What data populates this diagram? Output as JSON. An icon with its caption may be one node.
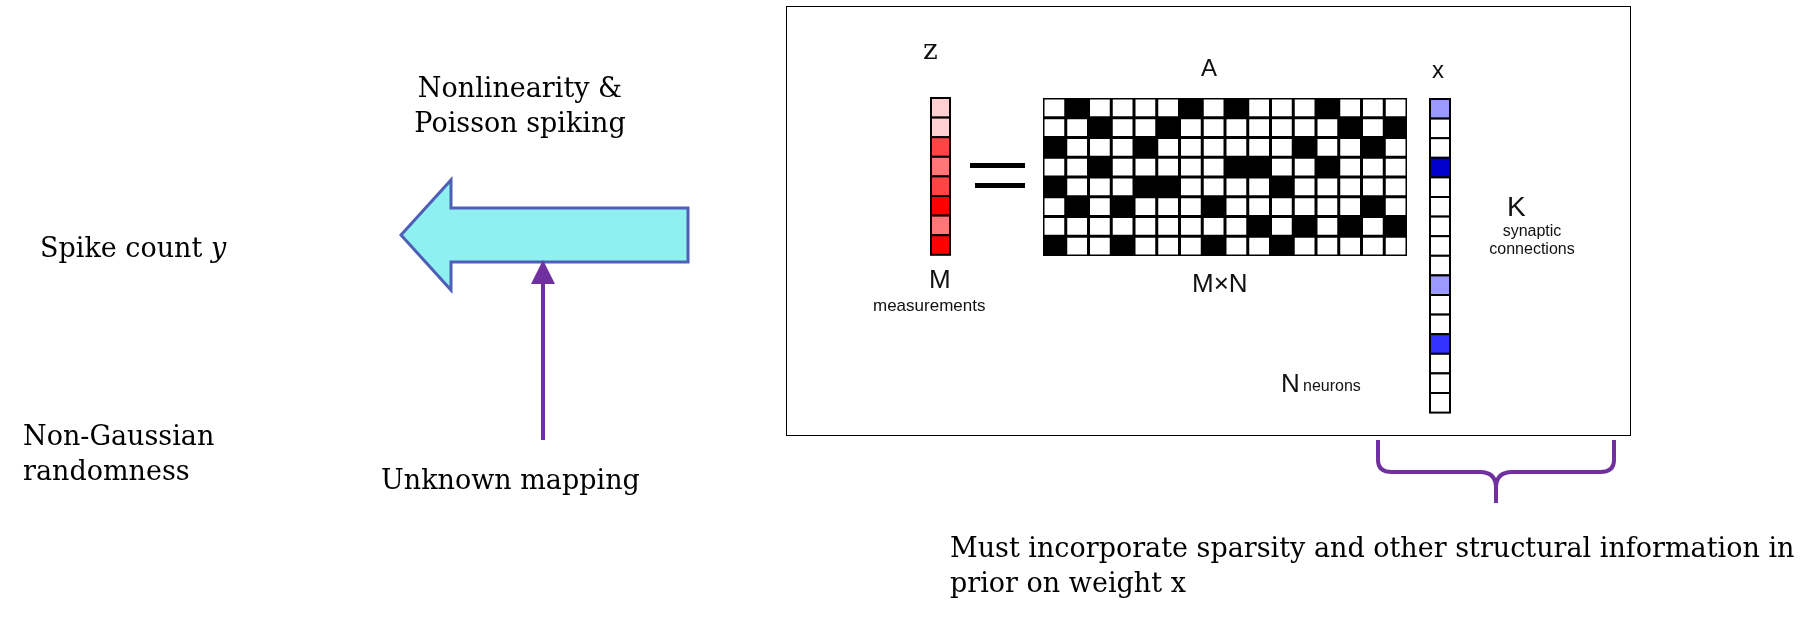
{
  "diagram": {
    "nodes": [
      {
        "text": [
          "Spike count *y*"
        ]
      },
      {
        "text": [
          "Nonlinearity & Poisson spiking"
        ]
      },
      {
        "text": [
          "Unknown mapping"
        ]
      },
      {
        "text": [
          "z",
          "A",
          "x",
          "M",
          "measurements",
          "M×N",
          "K",
          "synaptic connections",
          "N",
          "neurons"
        ]
      }
    ],
    "edges": [
      {
        "from": 2,
        "to": 1,
        "arrow": "to",
        "color": "#7030a0"
      }
    ],
    "labels": [
      "Non-Gaussian randomness",
      "Must incorporate sparsity and other structural information in prior on weight x"
    ]
  }
}
